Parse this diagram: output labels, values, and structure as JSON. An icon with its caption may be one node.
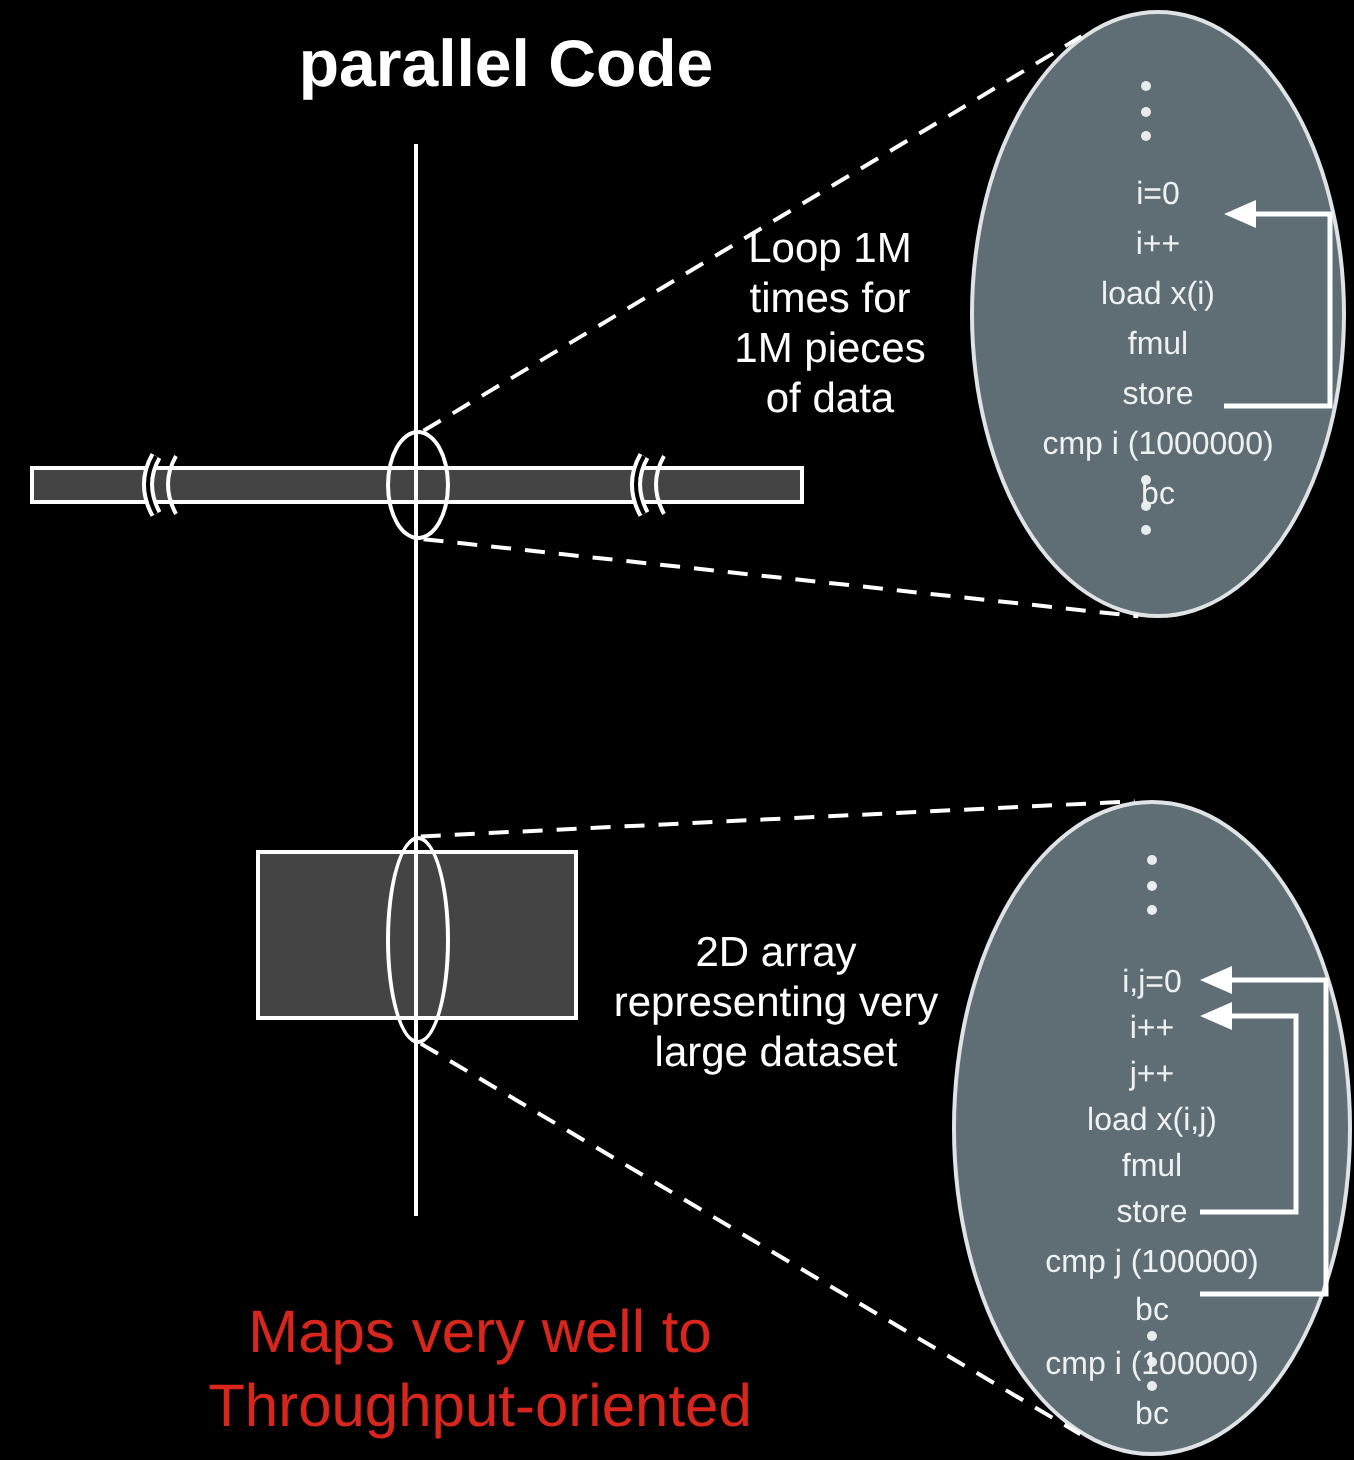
{
  "diagram": {
    "title": "parallel Code",
    "nodes": [
      {
        "text": [],
        "shape": "bar"
      },
      {
        "text": [],
        "shape": "circle"
      },
      {
        "text": [
          "i=0",
          "i++",
          "load x(i)",
          "fmul",
          "store",
          "cmp i (1000000)",
          "bc"
        ]
      },
      {
        "text": [],
        "shape": "box"
      },
      {
        "text": [],
        "shape": "circle"
      },
      {
        "text": [
          "i,j=0",
          "i++",
          "j++",
          "load x(i,j)",
          "fmul",
          "store",
          "cmp j (100000)",
          "bc",
          "cmp i (100000)",
          "bc"
        ]
      }
    ],
    "edges": [
      {
        "from": 1,
        "to": 2,
        "arrow": "none",
        "style": "dashed"
      },
      {
        "from": 1,
        "to": 2,
        "arrow": "none",
        "style": "dashed"
      },
      {
        "from": 4,
        "to": 5,
        "arrow": "none",
        "style": "dashed"
      },
      {
        "from": 4,
        "to": 5,
        "arrow": "none",
        "style": "dashed"
      }
    ],
    "labels": [
      "Loop 1M times for 1M pieces of data",
      "2D array representing very large dataset",
      "Maps very well to Throughput-oriented"
    ]
  }
}
